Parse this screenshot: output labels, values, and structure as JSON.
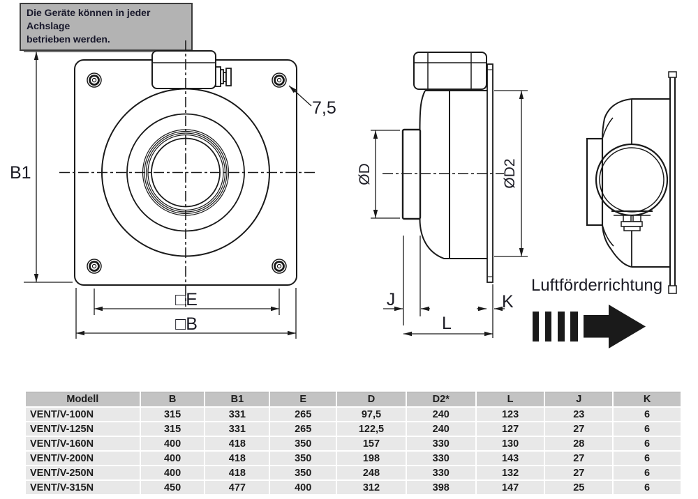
{
  "note": {
    "line1": "Die Geräte können in jeder Achslage",
    "line2": "betrieben werden."
  },
  "drawing": {
    "dim_b1": "B1",
    "dim_hole_diameter": "7,5",
    "dim_e": "□E",
    "dim_b": "□B",
    "dim_d": "ØD",
    "dim_d2": "ØD2",
    "dim_j": "J",
    "dim_l": "L",
    "dim_k": "K",
    "airflow_label": "Luftförderrichtung"
  },
  "colors": {
    "line": "#1a1a1a",
    "note_bg": "#b3b3b3",
    "note_border": "#3c3c3c",
    "table_header_bg": "#c3c3c3",
    "table_row_bg": "#e8e8e8"
  },
  "table": {
    "headers": [
      "Modell",
      "B",
      "B1",
      "E",
      "D",
      "D2*",
      "L",
      "J",
      "K"
    ],
    "rows": [
      {
        "model": "VENT/V-100N",
        "values": [
          "315",
          "331",
          "265",
          "97,5",
          "240",
          "123",
          "23",
          "6"
        ]
      },
      {
        "model": "VENT/V-125N",
        "values": [
          "315",
          "331",
          "265",
          "122,5",
          "240",
          "127",
          "27",
          "6"
        ]
      },
      {
        "model": "VENT/V-160N",
        "values": [
          "400",
          "418",
          "350",
          "157",
          "330",
          "130",
          "28",
          "6"
        ]
      },
      {
        "model": "VENT/V-200N",
        "values": [
          "400",
          "418",
          "350",
          "198",
          "330",
          "143",
          "27",
          "6"
        ]
      },
      {
        "model": "VENT/V-250N",
        "values": [
          "400",
          "418",
          "350",
          "248",
          "330",
          "132",
          "27",
          "6"
        ]
      },
      {
        "model": "VENT/V-315N",
        "values": [
          "450",
          "477",
          "400",
          "312",
          "398",
          "147",
          "25",
          "6"
        ]
      }
    ]
  }
}
